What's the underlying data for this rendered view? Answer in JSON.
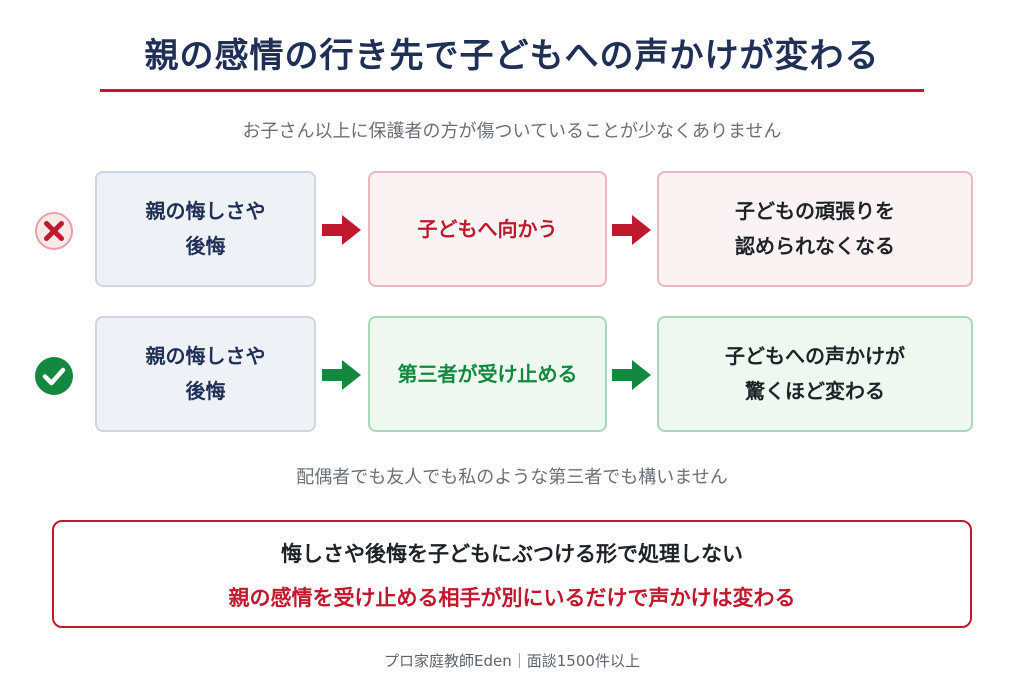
{
  "header": {
    "title": "親の感情の行き先で子どもへの声かけが変わる",
    "subtitle": "お子さん以上に保護者の方が傷ついていることが少なくありません"
  },
  "rows": {
    "bad": {
      "icon": "x-circle-icon",
      "box1": [
        "親の悔しさや",
        "後悔"
      ],
      "box2": [
        "子どもへ向かう"
      ],
      "box3": [
        "子どもの頑張りを",
        "認められなくなる"
      ]
    },
    "good": {
      "icon": "check-circle-icon",
      "box1": [
        "親の悔しさや",
        "後悔"
      ],
      "box2": [
        "第三者が受け止める"
      ],
      "box3": [
        "子どもへの声かけが",
        "驚くほど変わる"
      ]
    }
  },
  "note": "配偶者でも友人でも私のような第三者でも構いません",
  "conclusion": {
    "line1": "悔しさや後悔を子どもにぶつける形で処理しない",
    "line2": "親の感情を受け止める相手が別にいるだけで声かけは変わる"
  },
  "footer": "プロ家庭教師Eden｜面談1500件以上",
  "colors": {
    "navy": "#1f2f55",
    "red": "#c0182e",
    "green": "#13883f",
    "gray_text": "#6b6f78"
  }
}
